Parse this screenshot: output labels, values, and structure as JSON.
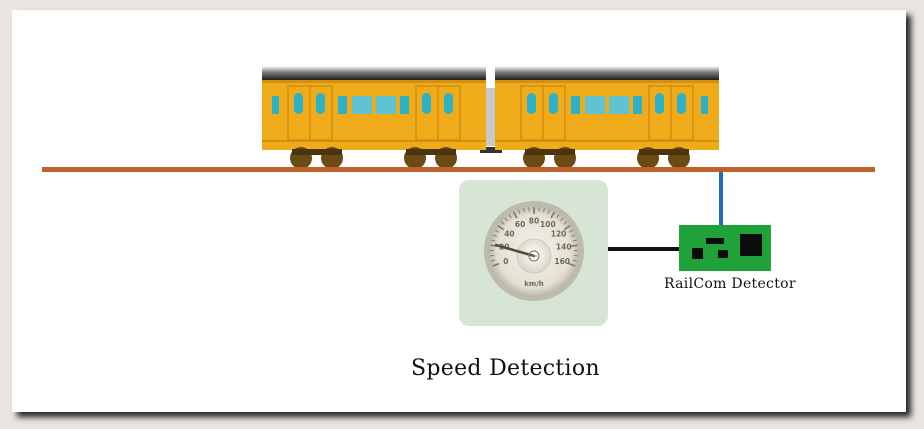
{
  "detector": {
    "label": "RailCom Detector"
  },
  "caption": "Speed Detection",
  "speedometer": {
    "ticks": [
      "0",
      "20",
      "40",
      "60",
      "80",
      "100",
      "120",
      "140",
      "160"
    ],
    "unit": "km/h"
  },
  "colors": {
    "train_body": "#f0ab1a",
    "train_roof": "#2a2a2a",
    "window": "#2bb2c8",
    "wheel": "#6b4a14",
    "track": "#c0602a",
    "wire_blue": "#1e6fb5",
    "wire_black": "#111111",
    "detector_board": "#1fa23a",
    "panel_bg": "#d7e6d4"
  }
}
